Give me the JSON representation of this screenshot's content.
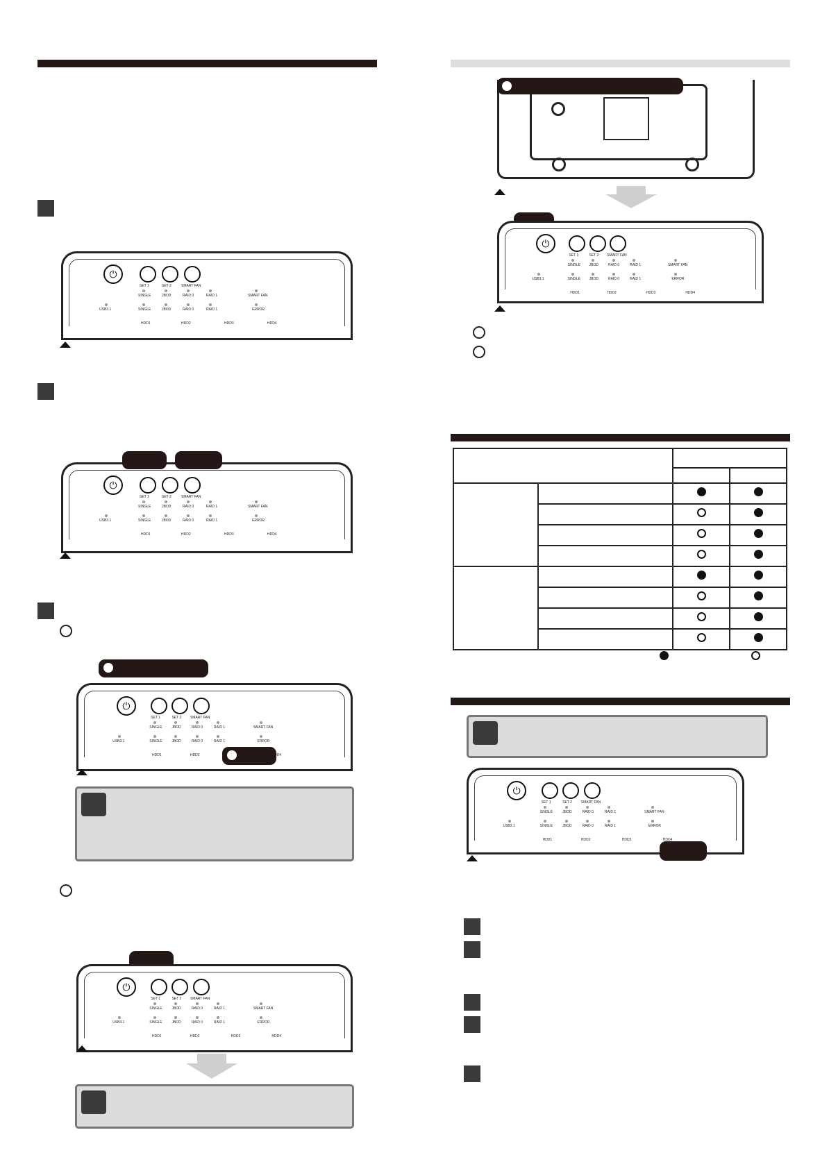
{
  "panel_labels": {
    "set1": "SET 1",
    "set2": "SET 2",
    "smart_fan": "SMART FAN",
    "single": "SINGLE",
    "jbod": "JBOD",
    "raid0": "RAID 0",
    "raid1": "RAID 1",
    "smart_fan_led": "SMART FAN",
    "error": "ERROR",
    "usb": "USB3.1",
    "hdd1": "HDD1",
    "hdd2": "HDD2",
    "hdd3": "HDD3",
    "hdd4": "HDD4"
  },
  "mode_table": {
    "rows": [
      {
        "a": "filled",
        "b": "filled"
      },
      {
        "a": "open",
        "b": "filled"
      },
      {
        "a": "open",
        "b": "filled"
      },
      {
        "a": "open",
        "b": "filled"
      },
      {
        "a": "filled",
        "b": "filled"
      },
      {
        "a": "open",
        "b": "filled"
      },
      {
        "a": "open",
        "b": "filled"
      },
      {
        "a": "open",
        "b": "filled"
      }
    ]
  },
  "icons": {
    "hand": "pointing-hand-icon",
    "tip": "hand-tip-icon",
    "power": "power-icon"
  }
}
